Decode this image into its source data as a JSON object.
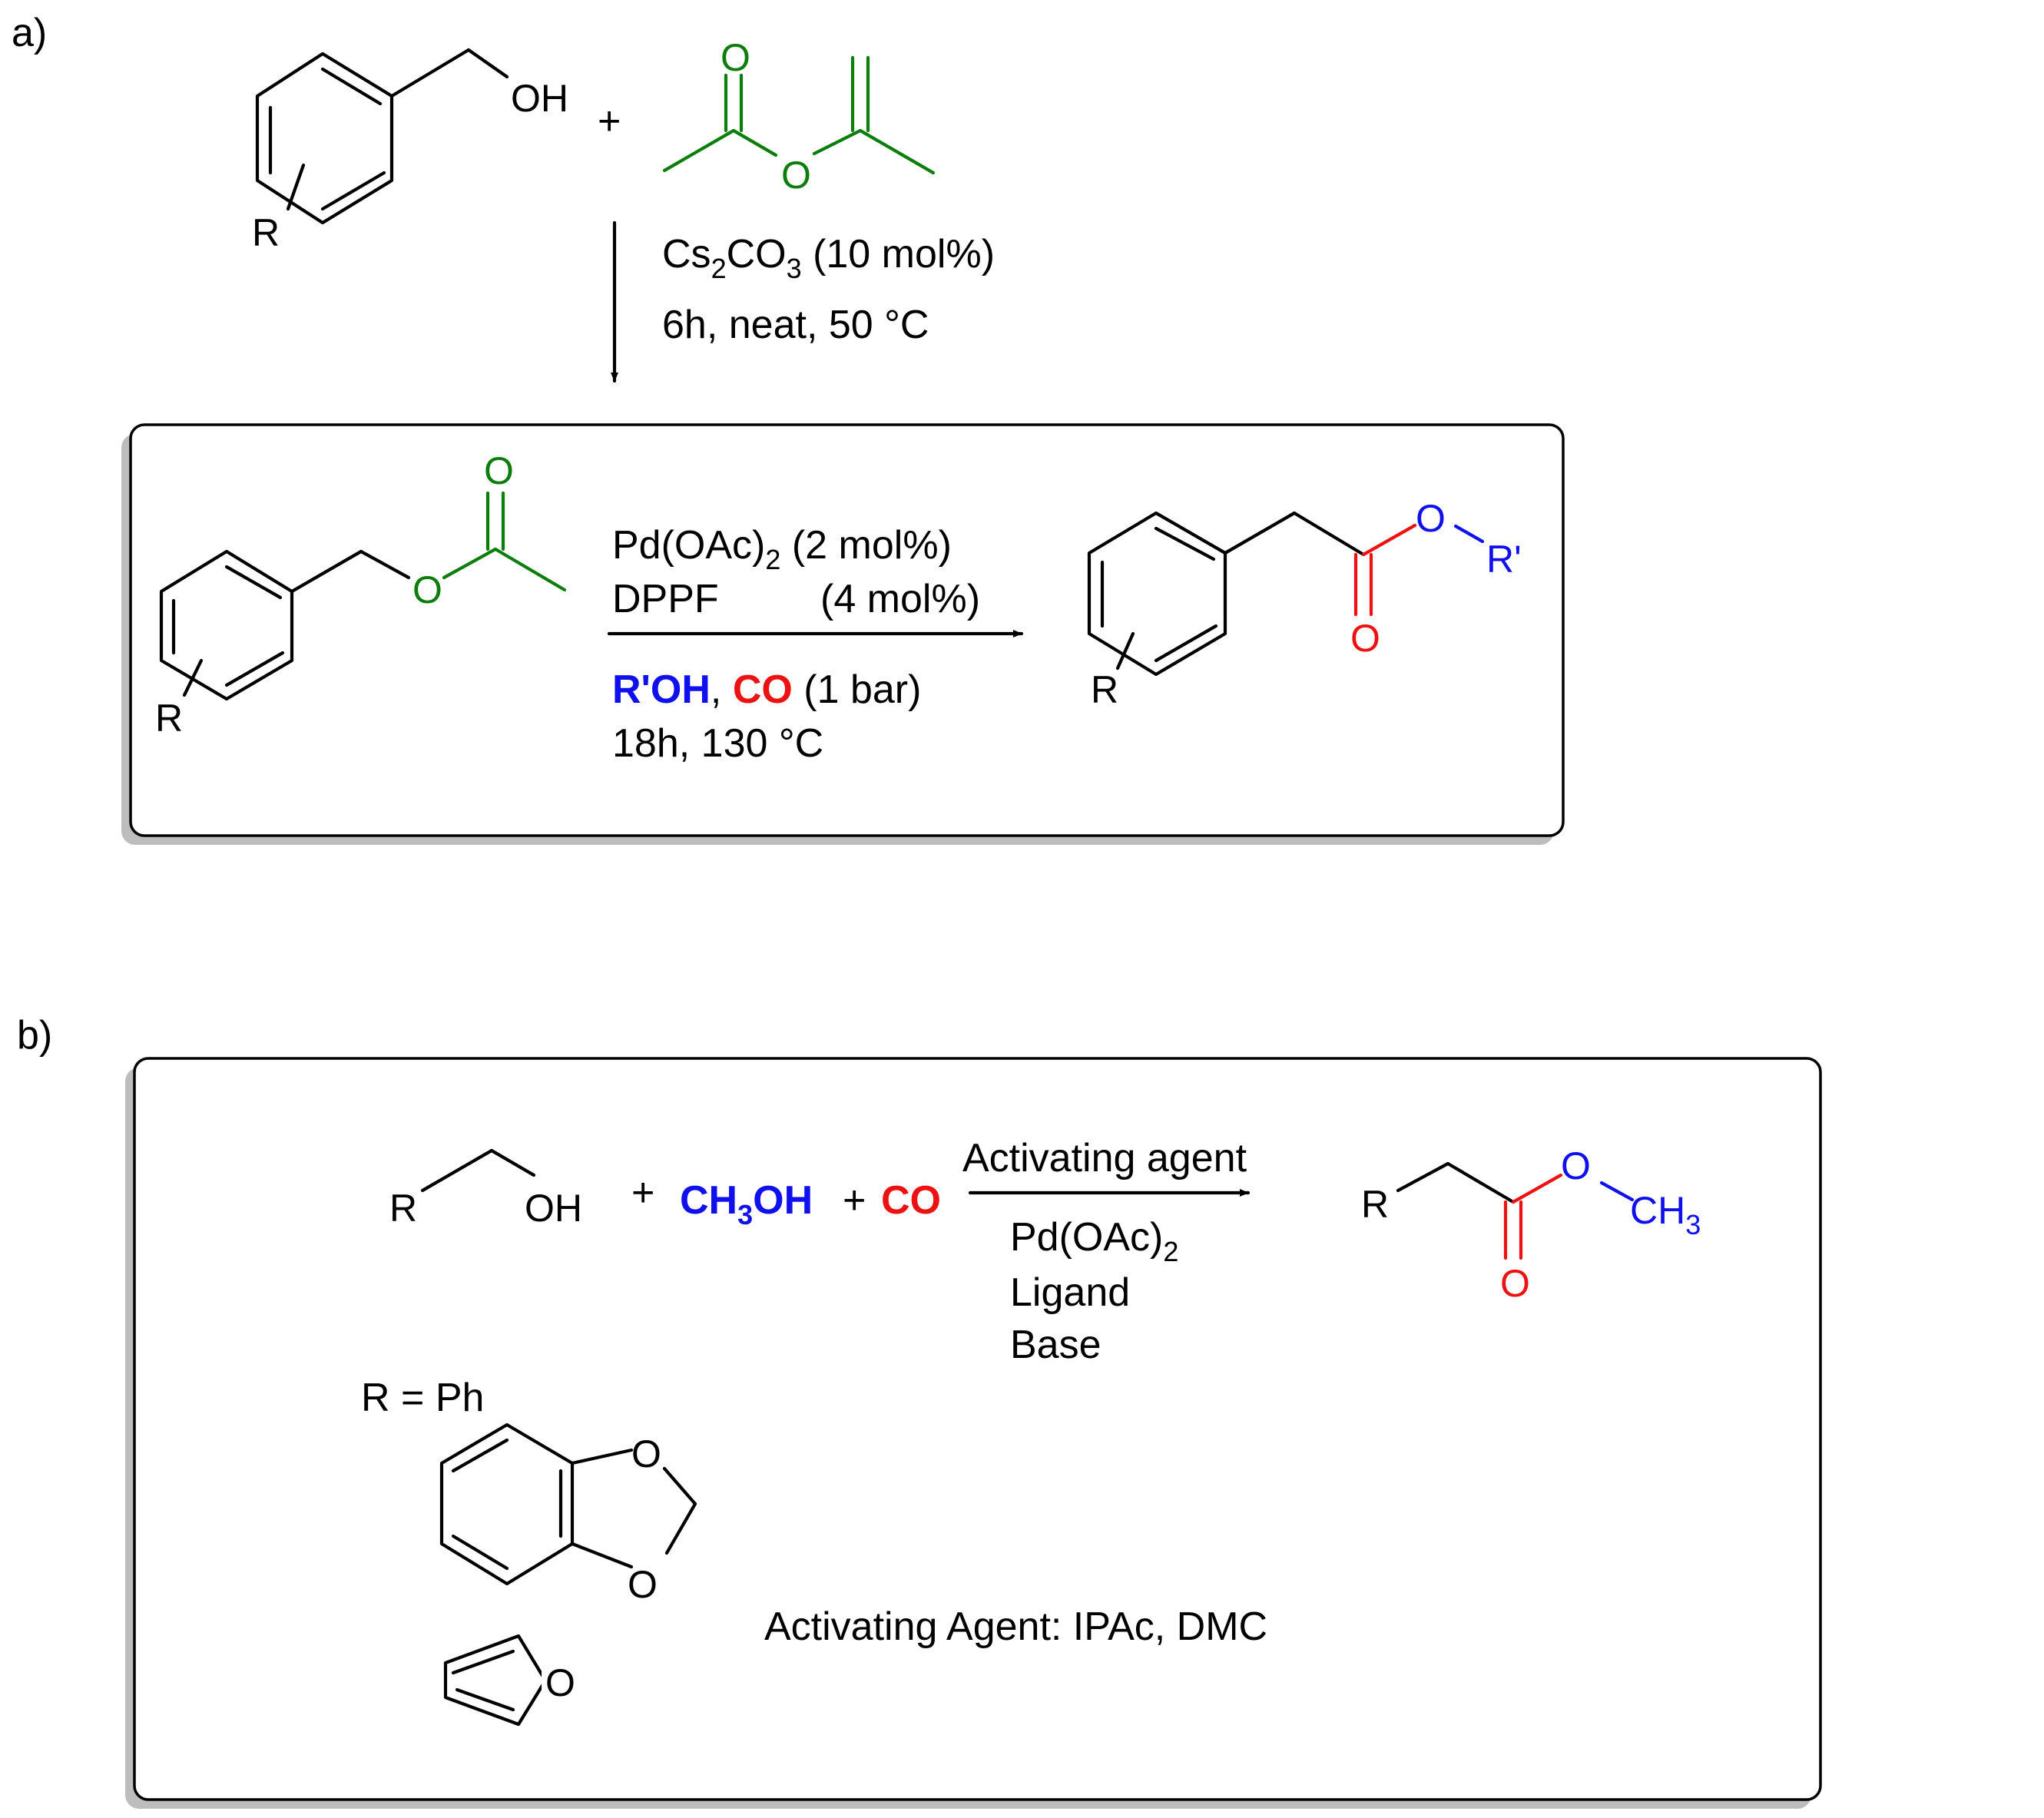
{
  "panel_a": {
    "label": "a)",
    "r_label": "R",
    "oh_label": "OH",
    "plus": "+",
    "o_top": "O",
    "o_ester": "O",
    "cond1_base": "Cs",
    "cond1_sub1": "2",
    "cond1_mid": "CO",
    "cond1_sub2": "3",
    "cond1_end": " (10 mol%)",
    "cond2": "6h, neat, 50 °C",
    "box": {
      "r_label": "R",
      "o_carbonyl": "O",
      "o_ester": "O",
      "cat_base": "Pd(OAc)",
      "cat_sub": "2",
      "cat_loading": " (2 mol%)",
      "ligand": "DPPF",
      "ligand_loading": "(4 mol%)",
      "nucleophile": "R'OH",
      "comma": ", ",
      "co": "CO",
      "pressure": " (1 bar)",
      "time_temp": "18h, 130 °C",
      "prod_r": "R",
      "prod_o_ether": "O",
      "prod_r_prime": "R'",
      "prod_o_carbonyl": "O"
    }
  },
  "panel_b": {
    "label": "b)",
    "r_label": "R",
    "oh_label": "OH",
    "plus1": "+",
    "methanol_a": "CH",
    "methanol_sub": "3",
    "methanol_b": "OH",
    "plus2": "+",
    "co": "CO",
    "arrow_above": "Activating agent",
    "cat_base": "Pd(OAc)",
    "cat_sub": "2",
    "ligand": "Ligand",
    "base": "Base",
    "prod_r": "R",
    "prod_o_ether": "O",
    "prod_ch": "CH",
    "prod_ch_sub": "3",
    "prod_o_carbonyl": "O",
    "r_def": "R = Ph",
    "benzodioxole_o1": "O",
    "benzodioxole_o2": "O",
    "furan_o": "O",
    "activating_agents": "Activating Agent: IPAc, DMC"
  },
  "colors": {
    "acetyl_green": "#0b7d0b",
    "alcohol_blue": "#1010ee",
    "co_red": "#ee1111"
  }
}
